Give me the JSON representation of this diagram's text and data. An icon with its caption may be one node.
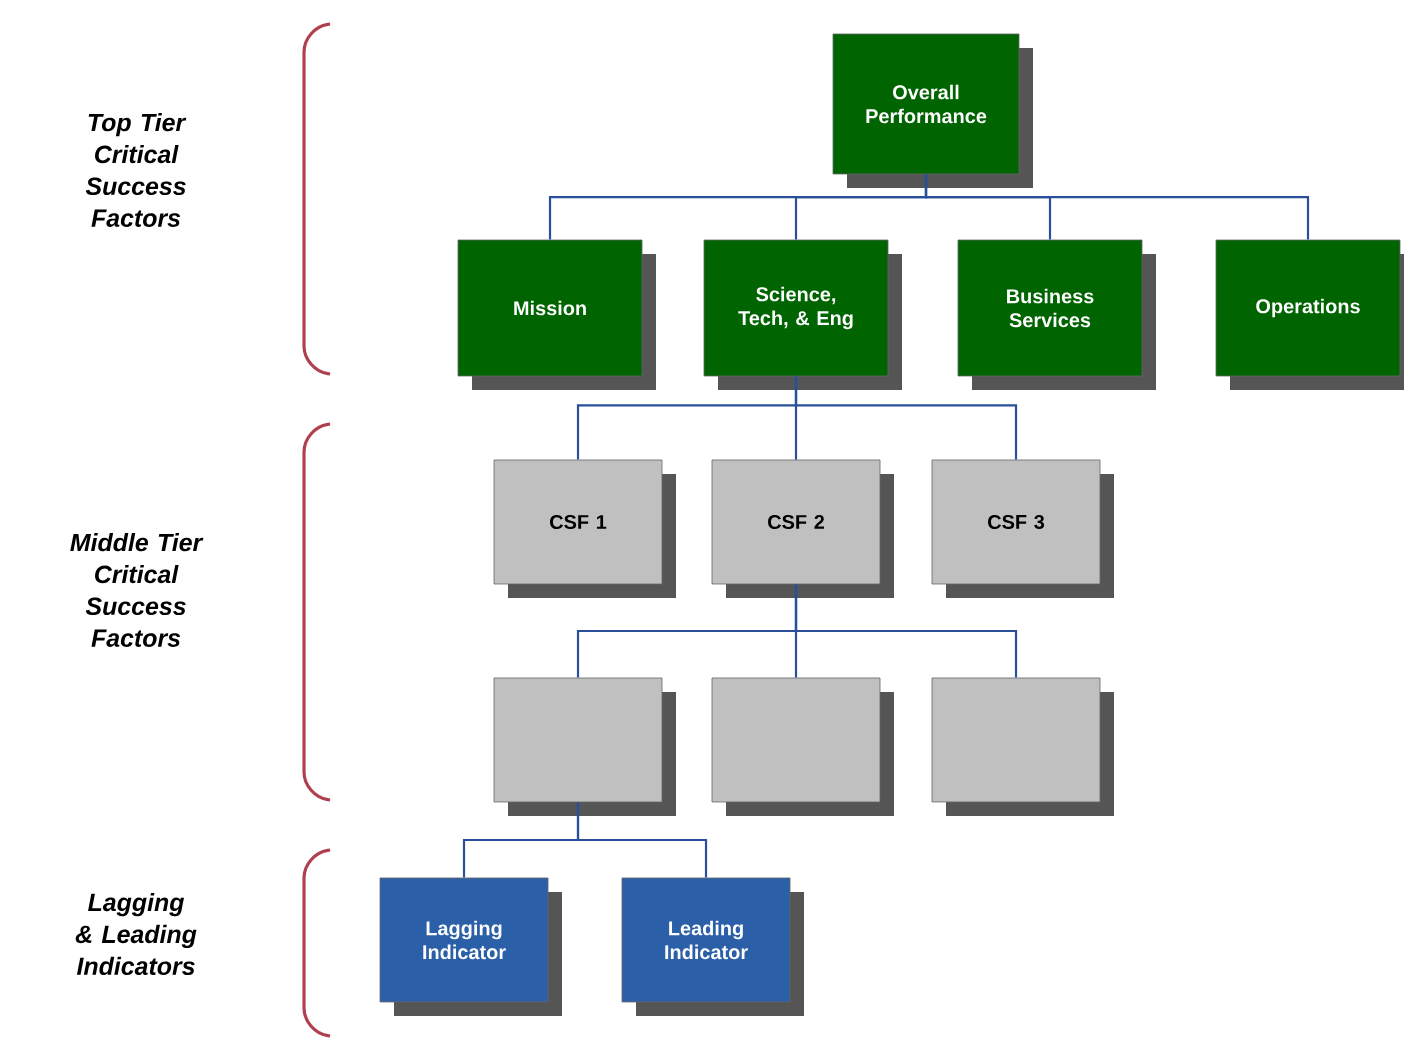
{
  "diagram": {
    "nodes": [
      {
        "text": [
          "Overall Performance"
        ]
      },
      {
        "text": [
          "Mission"
        ]
      },
      {
        "text": [
          "Science, Tech, & Eng"
        ]
      },
      {
        "text": [
          "Business Services"
        ]
      },
      {
        "text": [
          "Operations"
        ]
      },
      {
        "text": [
          "CSF 1"
        ]
      },
      {
        "text": [
          "CSF 2"
        ]
      },
      {
        "text": [
          "CSF 3"
        ]
      },
      {
        "text": [],
        "shape": "box"
      },
      {
        "text": [],
        "shape": "box"
      },
      {
        "text": [],
        "shape": "box"
      },
      {
        "text": [
          "Lagging Indicator"
        ]
      },
      {
        "text": [
          "Leading Indicator"
        ]
      }
    ],
    "edges": [
      {
        "from": 0,
        "to": 1,
        "arrow": "none"
      },
      {
        "from": 0,
        "to": 2,
        "arrow": "none"
      },
      {
        "from": 0,
        "to": 3,
        "arrow": "none"
      },
      {
        "from": 0,
        "to": 4,
        "arrow": "none"
      },
      {
        "from": 2,
        "to": 5,
        "arrow": "none"
      },
      {
        "from": 2,
        "to": 6,
        "arrow": "none"
      },
      {
        "from": 2,
        "to": 7,
        "arrow": "none"
      },
      {
        "from": 6,
        "to": 8,
        "arrow": "none"
      },
      {
        "from": 6,
        "to": 9,
        "arrow": "none"
      },
      {
        "from": 6,
        "to": 10,
        "arrow": "none"
      },
      {
        "from": 8,
        "to": 11,
        "arrow": "none"
      },
      {
        "from": 8,
        "to": 12,
        "arrow": "none"
      }
    ],
    "labels": [
      "Top Tier Critical Success Factors",
      "Middle Tier Critical Success Factors",
      "Lagging & Leading Indicators"
    ]
  }
}
